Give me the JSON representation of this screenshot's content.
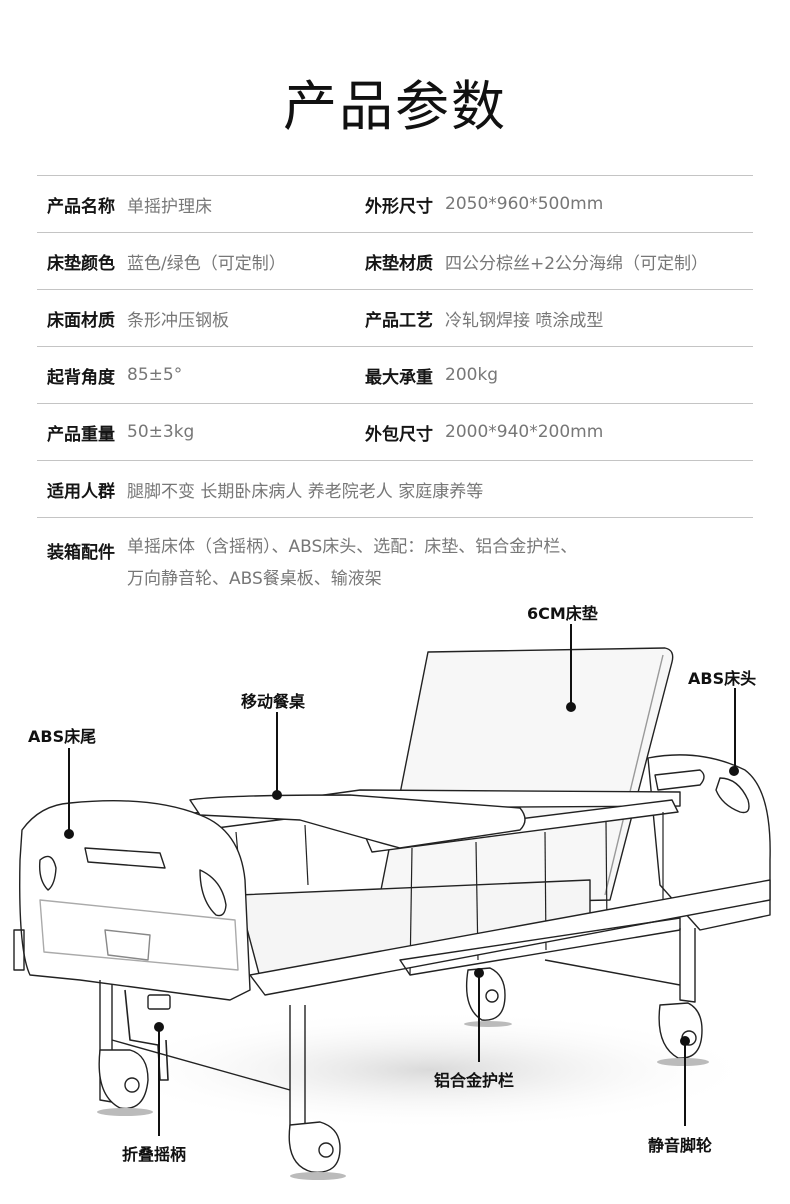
{
  "title": "产品参数",
  "specs": [
    {
      "left": {
        "label": "产品名称",
        "value": "单摇护理床"
      },
      "right": {
        "label": "外形尺寸",
        "value": "2050*960*500mm"
      }
    },
    {
      "left": {
        "label": "床垫颜色",
        "value": "蓝色/绿色（可定制）"
      },
      "right": {
        "label": "床垫材质",
        "value": "四公分棕丝+2公分海绵（可定制）"
      }
    },
    {
      "left": {
        "label": "床面材质",
        "value": "条形冲压钢板"
      },
      "right": {
        "label": "产品工艺",
        "value": "冷轧钢焊接  喷涂成型"
      }
    },
    {
      "left": {
        "label": "起背角度",
        "value": "85±5°"
      },
      "right": {
        "label": "最大承重",
        "value": "200kg"
      }
    },
    {
      "left": {
        "label": "产品重量",
        "value": "50±3kg"
      },
      "right": {
        "label": "外包尺寸",
        "value": "2000*940*200mm"
      }
    }
  ],
  "suitable": {
    "label": "适用人群",
    "value": "腿脚不变 长期卧床病人 养老院老人 家庭康养等"
  },
  "package": {
    "label": "装箱配件",
    "line1": "单摇床体（含摇柄）、ABS床头、选配：床垫、铝合金护栏、",
    "line2": "万向静音轮、ABS餐桌板、输液架"
  },
  "callouts": {
    "mattress": "6CM床垫",
    "headboard": "ABS床头",
    "tray": "移动餐桌",
    "footboard": "ABS床尾",
    "crank": "折叠摇柄",
    "rail": "铝合金护栏",
    "caster": "静音脚轮"
  },
  "colors": {
    "text_dark": "#151515",
    "text_value": "#777777",
    "divider": "#c4c4c4"
  }
}
